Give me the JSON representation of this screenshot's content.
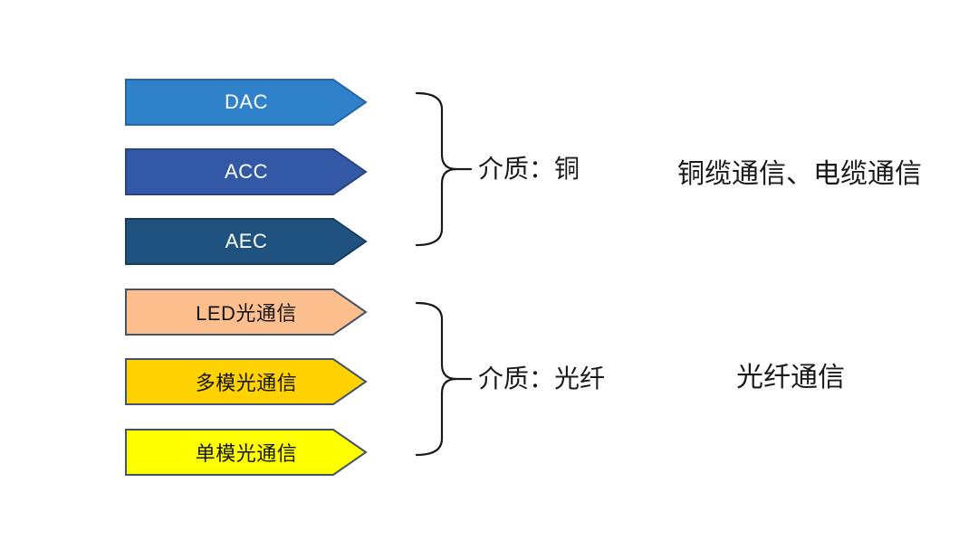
{
  "canvas": {
    "background": "#ffffff",
    "text_color": "#1a1a1a"
  },
  "groups": [
    {
      "id": "copper",
      "brace_label": "介质：铜",
      "side_label": "铜缆通信、电缆通信",
      "arrows": [
        {
          "label": "DAC",
          "fill": "#2F81C9",
          "border": "#2767A6",
          "text_color": "#ffffff"
        },
        {
          "label": "ACC",
          "fill": "#3359A6",
          "border": "#29467F",
          "text_color": "#ffffff"
        },
        {
          "label": "AEC",
          "fill": "#1F527E",
          "border": "#173E60",
          "text_color": "#ffffff"
        }
      ]
    },
    {
      "id": "fiber",
      "brace_label": "介质：光纤",
      "side_label": "光纤通信",
      "arrows": [
        {
          "label": "LED光通信",
          "fill": "#FBBE8C",
          "border": "#44546A",
          "text_color": "#151515"
        },
        {
          "label": "多模光通信",
          "fill": "#FFD200",
          "border": "#44546A",
          "text_color": "#151515"
        },
        {
          "label": "单模光通信",
          "fill": "#FFFF00",
          "border": "#44546A",
          "text_color": "#151515"
        }
      ]
    }
  ]
}
